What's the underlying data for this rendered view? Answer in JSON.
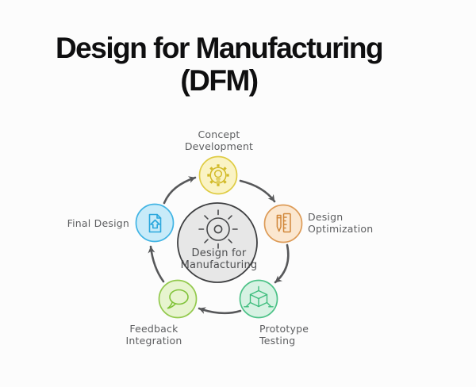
{
  "title": {
    "line1": "Design for Manufacturing",
    "line2": "(DFM)",
    "color": "#0f0f10"
  },
  "center": {
    "label_line1": "Design for",
    "label_line2": "Manufacturing",
    "icon": "sun-gear-icon",
    "fill": "#e7e7e7",
    "border": "#3e3f41",
    "icon_color": "#48494b",
    "label_color": "#4c4d4f"
  },
  "nodes": [
    {
      "id": "concept-development",
      "label_line1": "Concept",
      "label_line2": "Development",
      "icon": "gear-lightbulb-icon",
      "fill": "#faf3c4",
      "border": "#dfcc44",
      "icon_color": "#d2ba27"
    },
    {
      "id": "design-optimization",
      "label_line1": "Design",
      "label_line2": "Optimization",
      "icon": "pencil-ruler-icon",
      "fill": "#fbe7d0",
      "border": "#dd9b57",
      "icon_color": "#d1873a"
    },
    {
      "id": "prototype-testing",
      "label_line1": "Prototype",
      "label_line2": "Testing",
      "icon": "cube-icon",
      "fill": "#d7f2e3",
      "border": "#4cc287",
      "icon_color": "#3fbd7d"
    },
    {
      "id": "feedback-integration",
      "label_line1": "Feedback",
      "label_line2": "Integration",
      "icon": "speech-bubble-icon",
      "fill": "#e7f4cf",
      "border": "#92c94c",
      "icon_color": "#7fc238"
    },
    {
      "id": "final-design",
      "label_line1": "Final Design",
      "icon": "document-upload-icon",
      "fill": "#c8ebf9",
      "border": "#41b4e4",
      "icon_color": "#2aa7dd"
    }
  ],
  "labels_color": "#5d5e60",
  "arrows": {
    "color": "#57585a"
  }
}
